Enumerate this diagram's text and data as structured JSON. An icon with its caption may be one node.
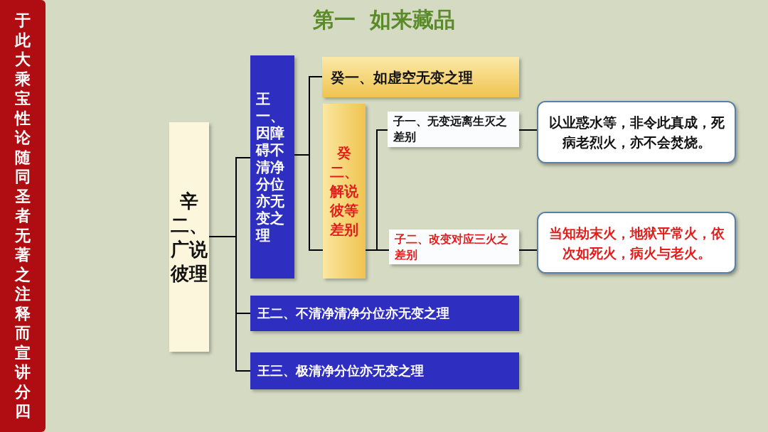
{
  "diagram": {
    "title": "第一  如来藏品",
    "nodes": [
      {
        "text": [
          "于此大乘宝性论随同圣者无著之注释而宣讲分四"
        ]
      },
      {
        "text": [
          "辛二、广说彼理"
        ]
      },
      {
        "text": [
          "王一、因障碍不清净分位亦无变之理"
        ]
      },
      {
        "text": [
          "癸一、如虚空无变之理"
        ]
      },
      {
        "text": [
          "癸二、解说彼等差别"
        ]
      },
      {
        "text": [
          "子一、无变远离生灭之差别"
        ]
      },
      {
        "text": [
          "以业惑水等，非令此真成，死病老烈火，亦不会焚烧。"
        ]
      },
      {
        "text": [
          "子二、改变对应三火之差别"
        ]
      },
      {
        "text": [
          "当知劫末火，地狱平常火，依次如死火，病火与老火。"
        ]
      },
      {
        "text": [
          "王二、不清净清净分位亦无变之理"
        ]
      },
      {
        "text": [
          "王三、极清净分位亦无变之理"
        ]
      }
    ],
    "edges": [
      {
        "from": 1,
        "to": 2,
        "arrow": "none"
      },
      {
        "from": 1,
        "to": 9,
        "arrow": "none"
      },
      {
        "from": 1,
        "to": 10,
        "arrow": "none"
      },
      {
        "from": 2,
        "to": 3,
        "arrow": "none"
      },
      {
        "from": 2,
        "to": 4,
        "arrow": "none"
      },
      {
        "from": 4,
        "to": 5,
        "arrow": "none"
      },
      {
        "from": 4,
        "to": 7,
        "arrow": "none"
      },
      {
        "from": 5,
        "to": 6,
        "arrow": "none"
      },
      {
        "from": 7,
        "to": 8,
        "arrow": "none"
      }
    ]
  }
}
